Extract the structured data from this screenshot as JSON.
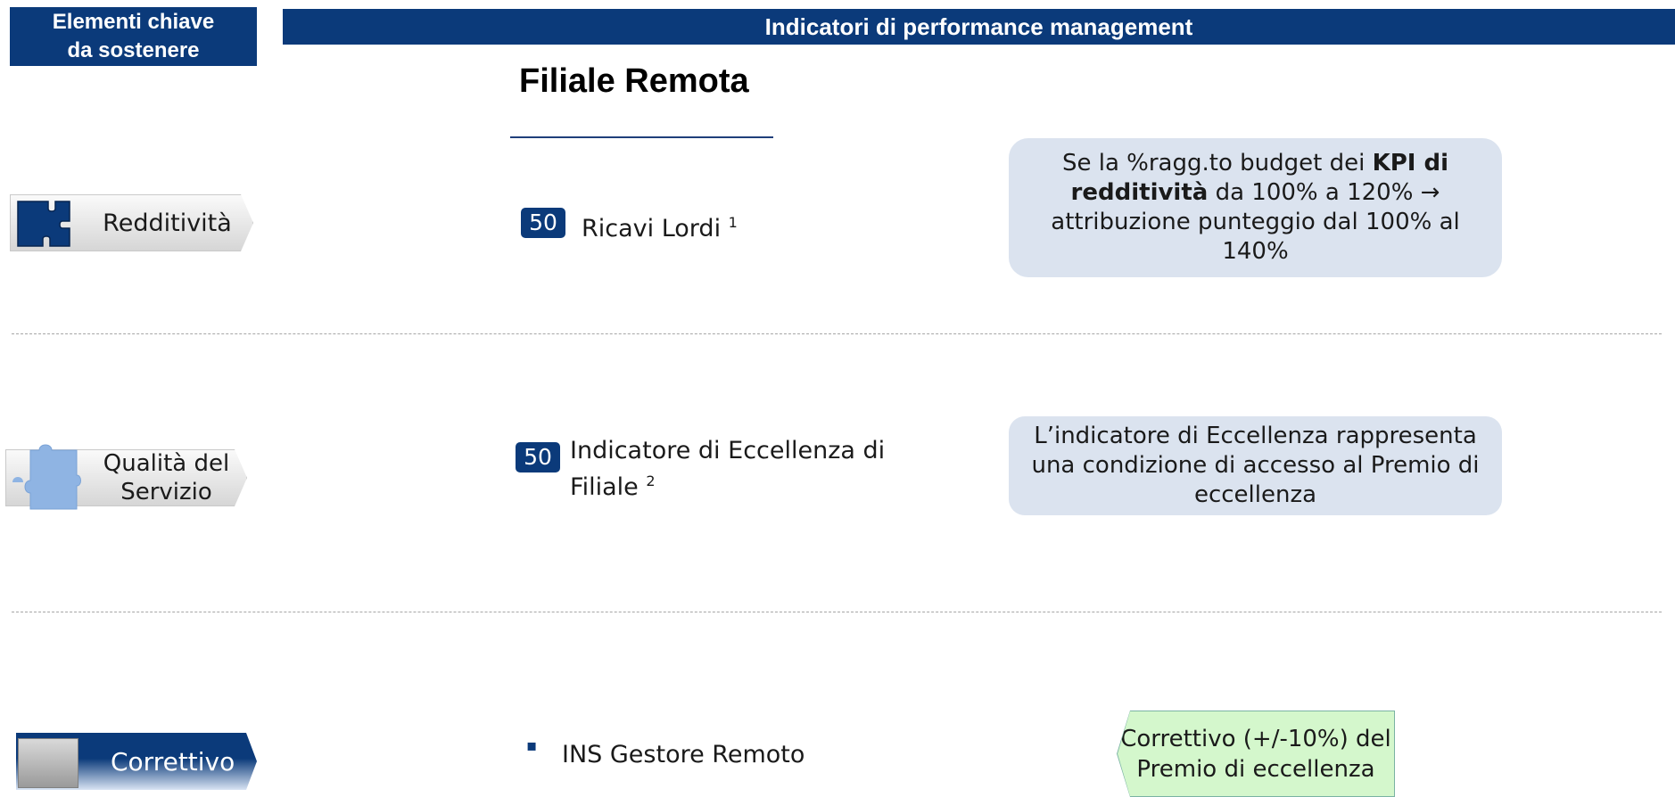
{
  "header": {
    "left_title_line1": "Elementi chiave",
    "left_title_line2": "da sostenere",
    "right_title": "Indicatori di performance management"
  },
  "column_title": "Filiale Remota",
  "rows": [
    {
      "pillar": "Redditività",
      "icon": "puzzle-icon-dark-blue",
      "weight": "50",
      "kpi": "Ricavi Lordi",
      "footnote": "1",
      "note_part1": "Se la %ragg.to budget dei ",
      "note_bold": "KPI di redditività",
      "note_part2": " da 100% a 120% → attribuzione punteggio dal 100% al 140%"
    },
    {
      "pillar_line1": "Qualità del",
      "pillar_line2": "Servizio",
      "icon": "puzzle-icon-light-blue",
      "weight": "50",
      "kpi_line1": "Indicatore di Eccellenza di",
      "kpi_line2": "Filiale",
      "footnote": "2",
      "note": "L’indicatore di Eccellenza rappresenta una condizione di accesso al Premio di eccellenza"
    },
    {
      "pillar": "Correttivo",
      "icon": "gray-block-icon",
      "bullet": "▪",
      "kpi": "INS Gestore Remoto",
      "note_line1": "Correttivo (+/-10%) del",
      "note_line2": "Premio  di eccellenza"
    }
  ],
  "colors": {
    "brand_blue": "#0b3a7a",
    "light_blue": "#8fb4e3",
    "note_bg": "#dbe3ef",
    "green_note_bg": "#d4f7cc"
  }
}
